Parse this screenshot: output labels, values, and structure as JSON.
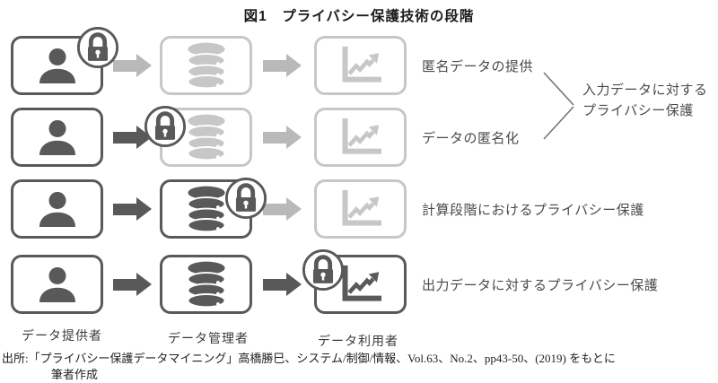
{
  "title": "図1　プライバシー保護技術の段階",
  "rows": [
    {
      "label": "匿名データの提供",
      "lock_position": "provider",
      "active_until": "provider"
    },
    {
      "label": "データの匿名化",
      "lock_position": "between-provider-and-manager",
      "active_until": "provider-arrow"
    },
    {
      "label": "計算段階におけるプライバシー保護",
      "lock_position": "manager",
      "active_until": "manager"
    },
    {
      "label": "出力データに対するプライバシー保護",
      "lock_position": "user",
      "active_until": "user"
    }
  ],
  "group_annotation": {
    "line1": "入力データに対する",
    "line2": "プライバシー保護",
    "groups_rows": "1-2"
  },
  "column_labels": {
    "provider": "データ提供者",
    "manager": "データ管理者",
    "user": "データ利用者"
  },
  "source": {
    "line1": "出所:「プライバシー保護データマイニング」高橋勝巳、システム/制御/情報、Vol.63、No.2、pp43-50、(2019) をもとに",
    "line2": "筆者作成"
  },
  "colors": {
    "dark": "#595959",
    "light": "#c7c7c7",
    "arrow_light": "#b9b9b9"
  }
}
